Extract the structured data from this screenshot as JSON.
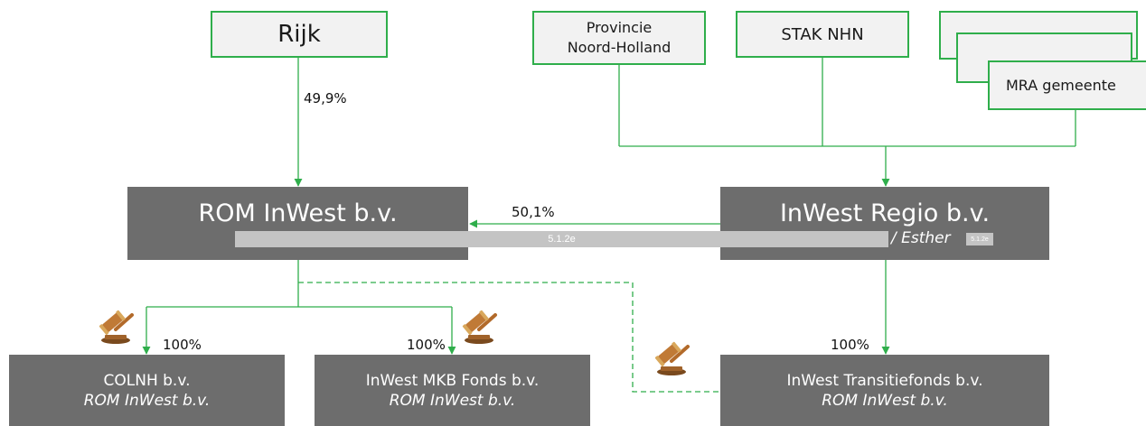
{
  "top_boxes": {
    "rijk": "Rijk",
    "provincie": "Provincie\nNoord-Holland",
    "stak": "STAK NHN",
    "mra": "MRA gemeente"
  },
  "entities": {
    "rom": {
      "title": "ROM InWest b.v."
    },
    "regio": {
      "title": "InWest Regio b.v.",
      "suffix": "/ Esther"
    },
    "colnh": {
      "title": "COLNH b.v.",
      "sub": "ROM InWest b.v."
    },
    "mkb": {
      "title": "InWest MKB Fonds b.v.",
      "sub": "ROM InWest b.v."
    },
    "transitie": {
      "title": "InWest Transitiefonds b.v.",
      "sub": "ROM InWest b.v."
    }
  },
  "percentages": {
    "rijk_rom": "49,9%",
    "regio_rom": "50,1%",
    "colnh": "100%",
    "mkb": "100%",
    "transitie": "100%"
  },
  "redactions": {
    "main": "5.1.2e",
    "small": "5.1.2e"
  },
  "icons": {
    "gavel": "gavel-icon"
  },
  "colors": {
    "green": "#2fae4b",
    "dark_box": "#6d6d6d",
    "light_box": "#f2f2f2",
    "redaction": "#c4c4c4"
  }
}
